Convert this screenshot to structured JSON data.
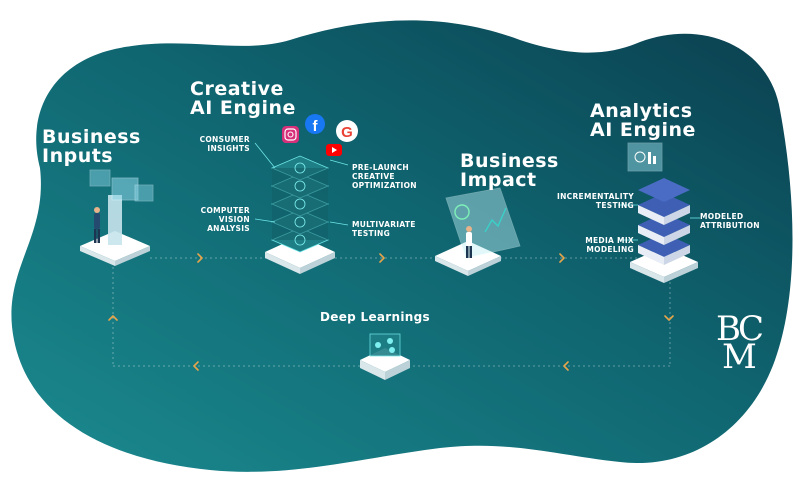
{
  "nodes": {
    "business_inputs": {
      "title_lines": [
        "Business",
        "Inputs"
      ]
    },
    "creative_engine": {
      "title_lines": [
        "Creative",
        "AI Engine"
      ],
      "features": {
        "consumer_insights": [
          "CONSUMER",
          "INSIGHTS"
        ],
        "computer_vision": [
          "COMPUTER",
          "VISION",
          "ANALYSIS"
        ],
        "pre_launch": [
          "PRE-LAUNCH",
          "CREATIVE",
          "OPTIMIZATION"
        ],
        "multivariate": [
          "MULTIVARIATE",
          "TESTING"
        ]
      }
    },
    "business_impact": {
      "title_lines": [
        "Business",
        "Impact"
      ]
    },
    "analytics_engine": {
      "title_lines": [
        "Analytics",
        "AI Engine"
      ],
      "features": {
        "incrementality": [
          "INCREMENTALITY",
          "TESTING"
        ],
        "media_mix": [
          "MEDIA MIX",
          "MODELING"
        ],
        "modeled_attribution": [
          "MODELED",
          "ATTRIBUTION"
        ]
      }
    },
    "deep_learnings": {
      "title": "Deep Learnings"
    }
  },
  "logo": {
    "text": "BCM",
    "letters": [
      "B",
      "C",
      "M"
    ]
  },
  "social_icons": [
    "instagram-icon",
    "facebook-icon",
    "google-icon",
    "youtube-icon"
  ],
  "colors": {
    "background": "#ffffff",
    "blob_dark": "#0b3f4f",
    "blob_mid": "#0f6570",
    "blob_light": "#1b8a8f",
    "arrow": "#e7a54b",
    "text": "#ffffff",
    "server_top": "#3e5fb4"
  }
}
